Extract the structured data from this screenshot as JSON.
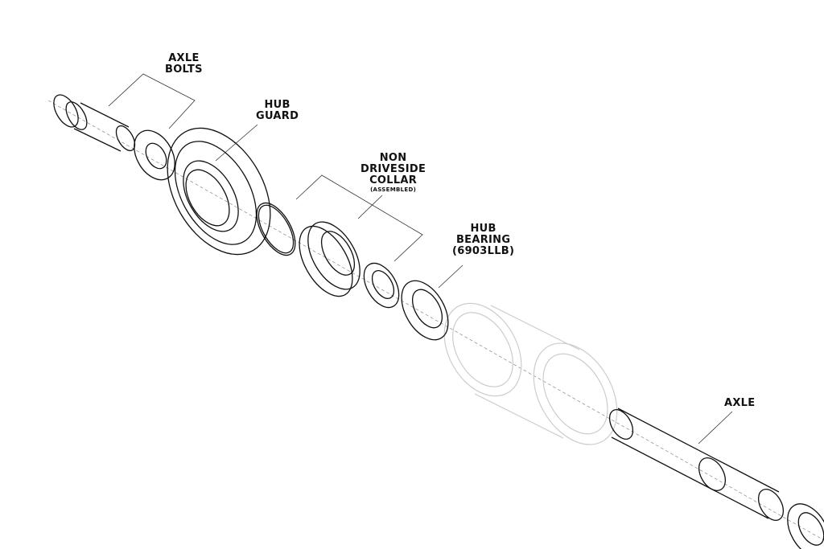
{
  "labels": {
    "axle_bolts": [
      "AXLE",
      "BOLTS"
    ],
    "hub_guard": [
      "HUB",
      "GUARD"
    ],
    "non_driveside_collar": [
      "NON",
      "DRIVESIDE",
      "COLLAR",
      "(ASSEMBLED)"
    ],
    "hub_bearing": [
      "HUB",
      "BEARING",
      "(6903LLB)"
    ],
    "axle": "AXLE"
  },
  "colors": {
    "line": "#111111",
    "ghost_hub": "#cccccc",
    "background": "#ffffff"
  }
}
